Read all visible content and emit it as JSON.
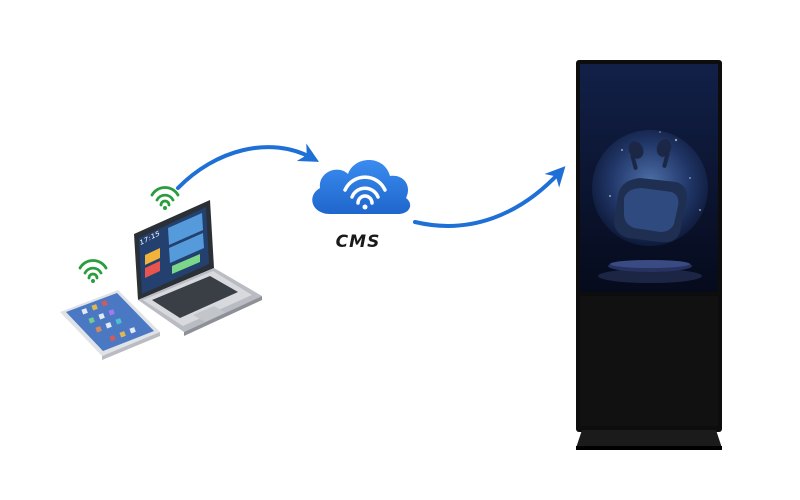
{
  "cloud": {
    "label": "CMS",
    "icon": "wifi-cloud-icon"
  },
  "laptop": {
    "screen_time": "17:15",
    "icon": "laptop-icon"
  },
  "phone": {
    "icon": "smartphone-icon"
  },
  "kiosk": {
    "icon": "digital-signage-kiosk-icon",
    "content": "wireless-earbuds-ad"
  },
  "colors": {
    "accent_blue": "#1e6fd6",
    "cloud_blue": "#2a7de1",
    "kiosk_body": "#0d0d0d",
    "screen_bg": "#0e1a3a"
  }
}
